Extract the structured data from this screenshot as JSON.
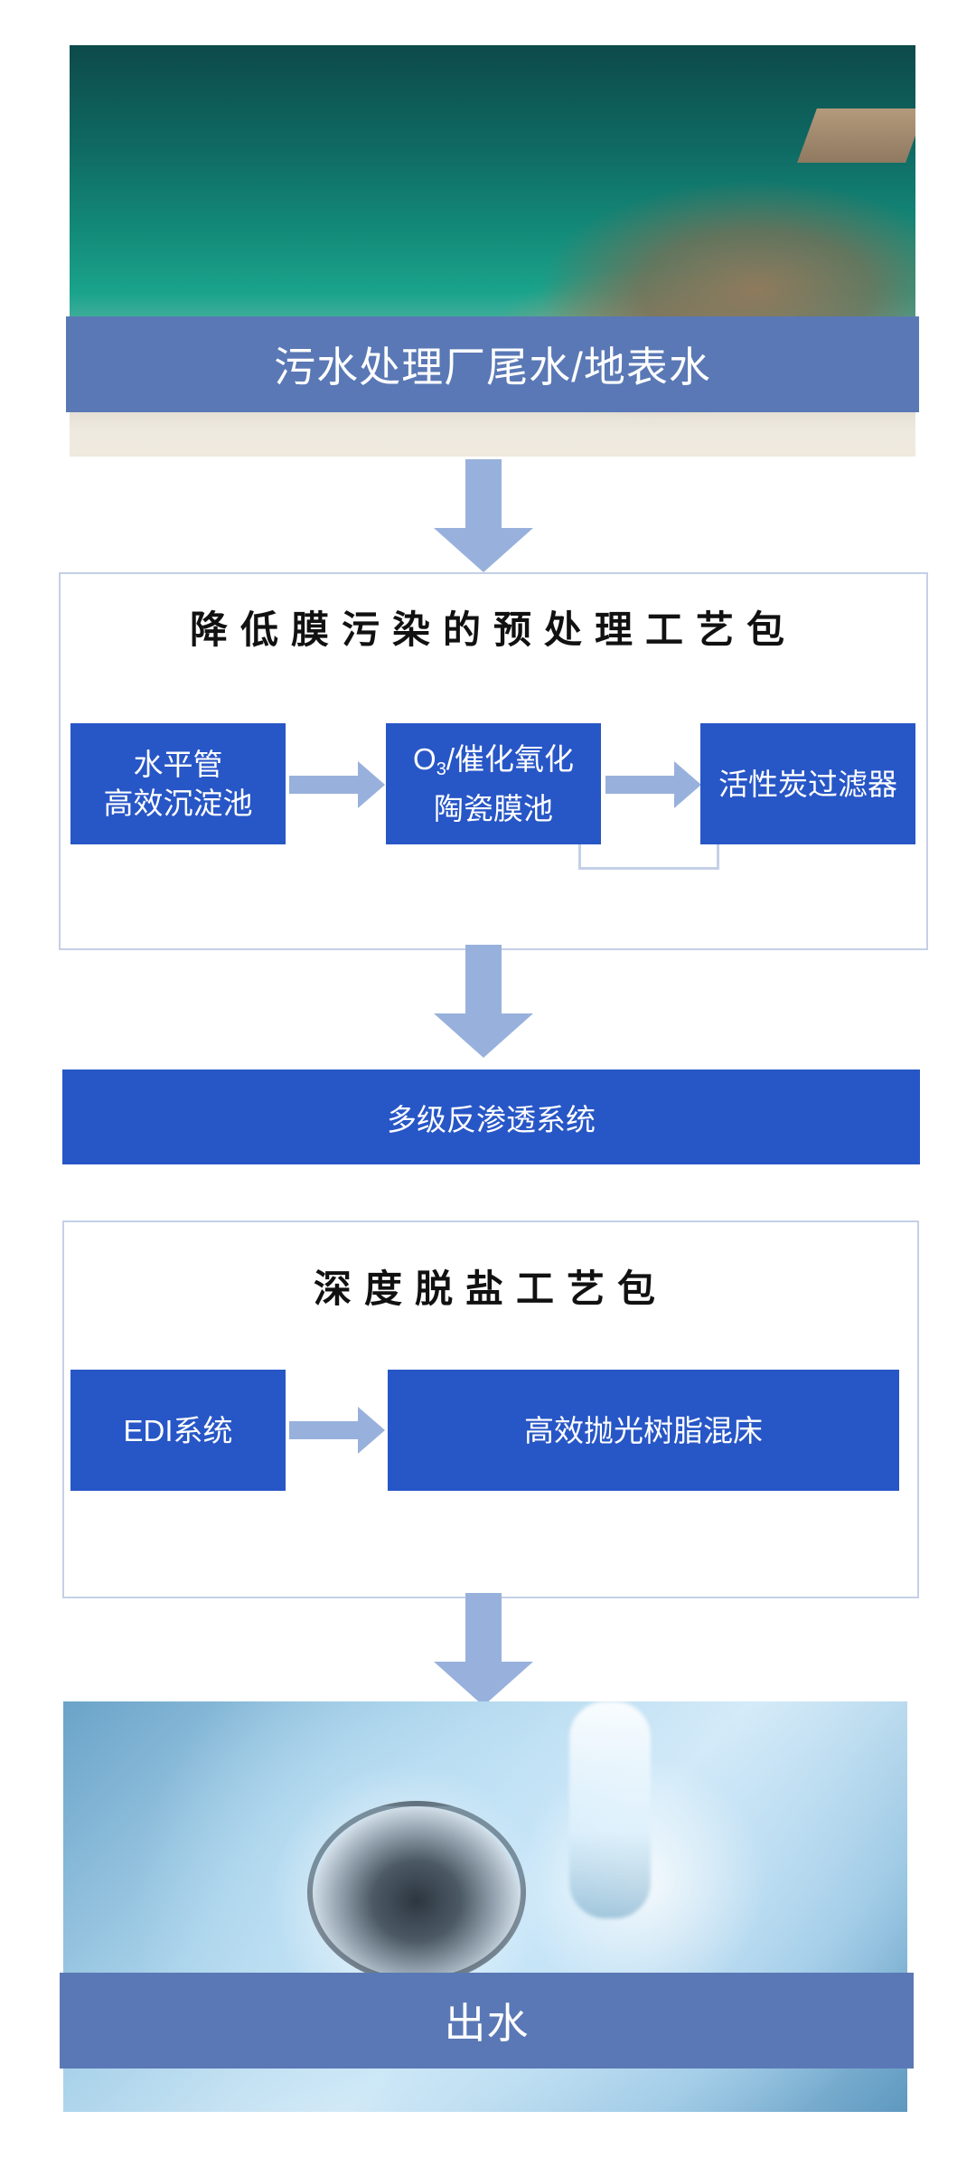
{
  "source": {
    "label": "污水处理厂尾水/地表水"
  },
  "pretreatment_package": {
    "title": "降低膜污染的预处理工艺包",
    "steps": [
      {
        "line1": "水平管",
        "line2": "高效沉淀池"
      },
      {
        "o_letter": "O",
        "o_sub": "3",
        "line1_rest": "/催化氧化",
        "line2": "陶瓷膜池"
      },
      {
        "line1": "活性炭过滤器"
      }
    ]
  },
  "ro_system": {
    "label": "多级反渗透系统"
  },
  "desalination_package": {
    "title": "深度脱盐工艺包",
    "steps": [
      {
        "label": "EDI系统"
      },
      {
        "label": "高效抛光树脂混床"
      }
    ]
  },
  "output": {
    "label": "出水"
  },
  "colors": {
    "banner": "#5a78b5",
    "process_box": "#2756c6",
    "arrow": "#98b1dc",
    "frame_border": "#c4d0e6"
  },
  "icons": {
    "top_photo": "ocean-outfall-pipe-photo",
    "bottom_photo": "sink-drain-water-photo"
  }
}
